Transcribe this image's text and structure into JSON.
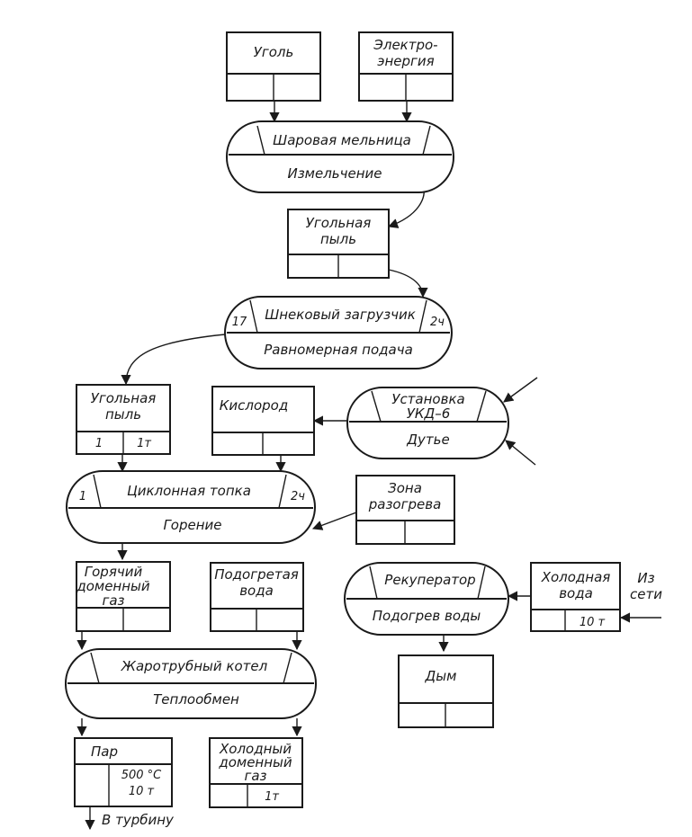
{
  "nodes": {
    "coal": "Уголь",
    "electricity_1": "Электро-",
    "electricity_2": "энергия",
    "ball_mill": "Шаровая мельница",
    "grinding": "Измельчение",
    "coal_dust_a_1": "Угольная",
    "coal_dust_a_2": "пыль",
    "screw_loader": "Шнековый загрузчик",
    "screw_loader_left": "17",
    "screw_loader_right": "2ч",
    "uniform_feed": "Равномерная подача",
    "coal_dust_b_1": "Угольная",
    "coal_dust_b_2": "пыль",
    "coal_dust_b_q1": "1",
    "coal_dust_b_q2": "1т",
    "oxygen": "Кислород",
    "ukd_1": "Установка",
    "ukd_2": "УКД–6",
    "blowing": "Дутье",
    "cyclone_furnace": "Циклонная топка",
    "cyclone_left": "1",
    "cyclone_right": "2ч",
    "combustion": "Горение",
    "heating_zone_1": "Зона",
    "heating_zone_2": "разогрева",
    "hot_gas_1": "Горячий",
    "hot_gas_2": "доменный",
    "hot_gas_3": "газ",
    "heated_water_1": "Подогретая",
    "heated_water_2": "вода",
    "recuperator": "Рекуператор",
    "water_heating": "Подогрев воды",
    "cold_water_1": "Холодная",
    "cold_water_2": "вода",
    "cold_water_q": "10 т",
    "from_network_1": "Из",
    "from_network_2": "сети",
    "smoke": "Дым",
    "boiler": "Жаротрубный котел",
    "heat_exchange": "Теплообмен",
    "steam": "Пар",
    "steam_temp": "500 °С",
    "steam_q": "10 т",
    "cold_gas_1": "Холодный",
    "cold_gas_2": "доменный",
    "cold_gas_3": "газ",
    "cold_gas_q": "1т",
    "to_turbine": "В турбину"
  }
}
